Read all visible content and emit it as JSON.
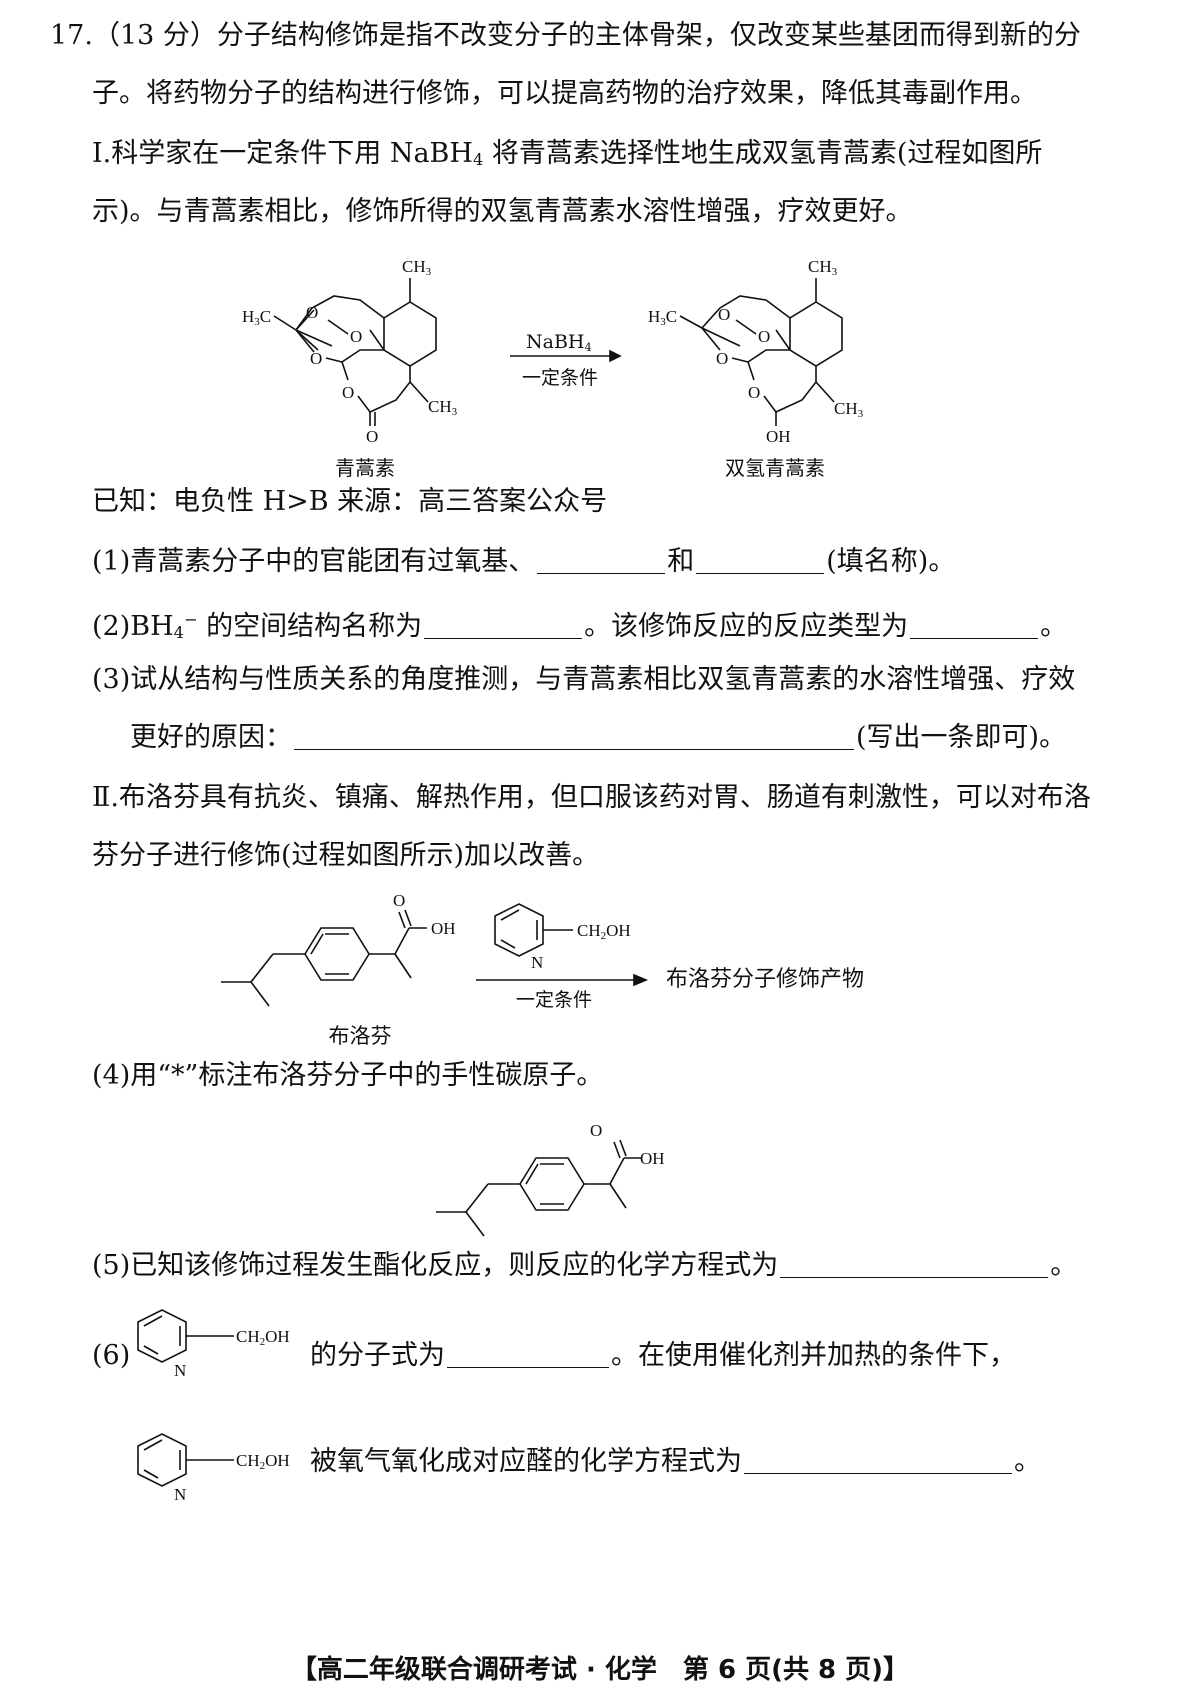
{
  "question": {
    "intro_1": "17.（13 分）分子结构修饰是指不改变分子的主体骨架，仅改变某些基团而得到新的分",
    "intro_2": "子。将药物分子的结构进行修饰，可以提高药物的治疗效果，降低其毒副作用。",
    "part1_1a": "Ⅰ.科学家在一定条件下用 NaBH",
    "part1_1sub": "4",
    "part1_1b": " 将青蒿素选择性地生成双氢青蒿素(过程如图所",
    "part1_2": "示)。与青蒿素相比，修饰所得的双氢青蒿素水溶性增强，疗效更好。",
    "known": "已知：电负性 H>B 来源：高三答案公众号",
    "q1_a": "(1)青蒿素分子中的官能团有过氧基、",
    "q1_b": "和",
    "q1_c": "(填名称)。",
    "q2_a": "(2)BH",
    "q2_sub": "4",
    "q2_sup": "−",
    "q2_b": " 的空间结构名称为",
    "q2_c": "。该修饰反应的反应类型为",
    "q2_d": "。",
    "q3_1": "(3)试从结构与性质关系的角度推测，与青蒿素相比双氢青蒿素的水溶性增强、疗效",
    "q3_2a": "更好的原因：",
    "q3_2b": "(写出一条即可)。",
    "part2_1": "Ⅱ.布洛芬具有抗炎、镇痛、解热作用，但口服该药对胃、肠道有刺激性，可以对布洛",
    "part2_2": "芬分子进行修饰(过程如图所示)加以改善。",
    "q4": "(4)用“*”标注布洛芬分子中的手性碳原子。",
    "q5_a": "(5)已知该修饰过程发生酯化反应，则反应的化学方程式为",
    "q5_b": "。",
    "q6_a": "(6)",
    "q6_b": "的分子式为",
    "q6_c": "。在使用催化剂并加热的条件下，",
    "q6_d": "被氧气氧化成对应醛的化学方程式为",
    "q6_e": "。"
  },
  "scheme1": {
    "reactant_caption": "青蒿素",
    "product_caption": "双氢青蒿素",
    "reagent": "NaBH",
    "reagent_sub": "4",
    "condition": "一定条件",
    "labels": {
      "ch3": "CH",
      "ch3_sub": "3",
      "h3c": "H",
      "h3c_sub": "3",
      "h3c_c": "C",
      "o": "O",
      "oh": "OH"
    }
  },
  "scheme2": {
    "reactant_caption": "布洛芬",
    "product_text": "布洛芬分子修饰产物",
    "condition": "一定条件",
    "labels": {
      "o": "O",
      "oh": "OH",
      "n": "N",
      "ch2oh": "CH",
      "ch2oh_sub": "2",
      "ch2oh_tail": "OH"
    }
  },
  "footer": {
    "text": "【高二年级联合调研考试 · 化学　第 6 页(共 8 页)】"
  }
}
